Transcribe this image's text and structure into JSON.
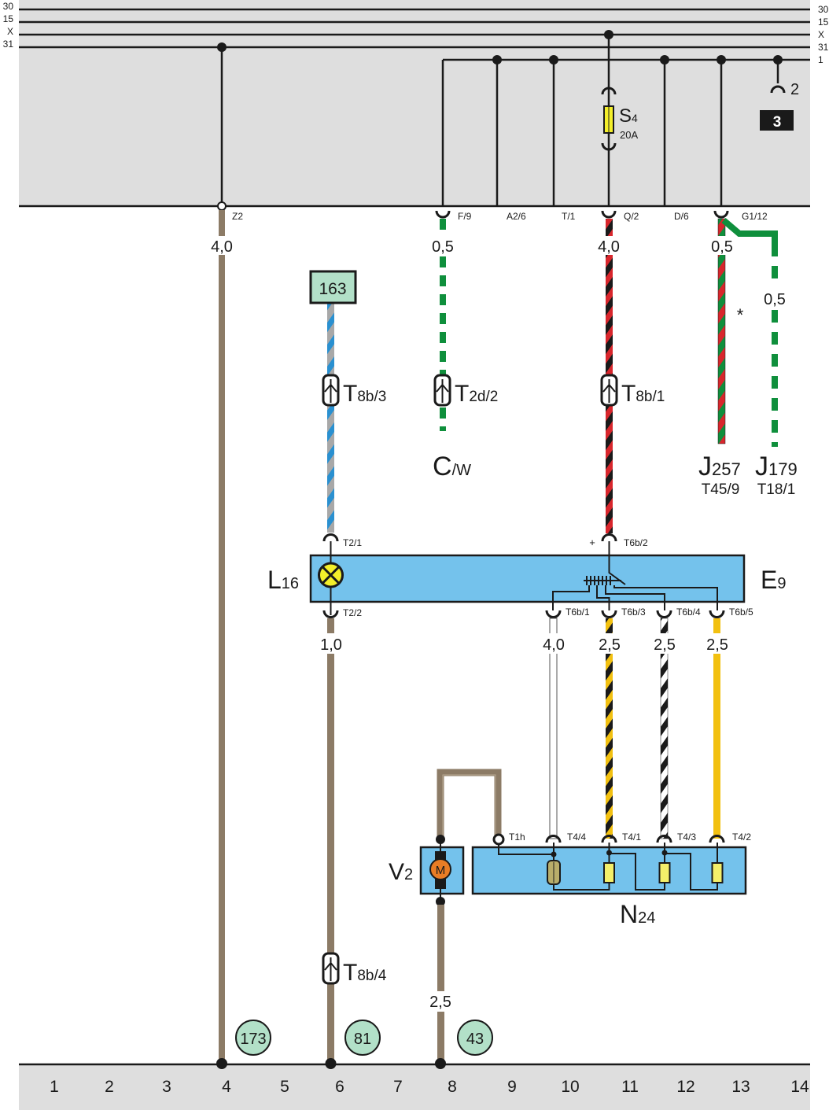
{
  "rails": {
    "left_labels": [
      "30",
      "15",
      "X",
      "31"
    ],
    "right_labels": [
      "30",
      "15",
      "X",
      "31",
      "1"
    ],
    "bus2_label": "2",
    "sheet_box": "3"
  },
  "fuse": {
    "name": "S",
    "sub": "4",
    "rating": "20A"
  },
  "connections_top": [
    "Z2",
    "F/9",
    "A2/6",
    "T/1",
    "Q/2",
    "D/6",
    "G1/12"
  ],
  "wire_sizes": {
    "col4": "4,0",
    "f9": "0,5",
    "q2": "4,0",
    "g1_red": "0,5",
    "g1_green": "0,5",
    "t2_2": "1,0",
    "t6b1": "4,0",
    "t6b3": "2,5",
    "t6b4": "2,5",
    "t6b5": "2,5",
    "col8": "2,5"
  },
  "ref_boxes": {
    "top_square": "163"
  },
  "connectors": {
    "t8b3": {
      "main": "T",
      "sub": "8b/3"
    },
    "t2d2": {
      "main": "T",
      "sub": "2d/2"
    },
    "t8b1": {
      "main": "T",
      "sub": "8b/1"
    },
    "t8b4": {
      "main": "T",
      "sub": "8b/4"
    }
  },
  "components": {
    "cw": {
      "main": "C",
      "sub": "/W"
    },
    "j257": {
      "main": "J",
      "sub": "257",
      "pin": "T45/9"
    },
    "j179": {
      "main": "J",
      "sub": "179",
      "pin": "T18/1"
    },
    "l16": {
      "main": "L",
      "sub": "16"
    },
    "e9": {
      "main": "E",
      "sub": "9"
    },
    "v2": {
      "main": "V",
      "sub": "2",
      "motor": "M"
    },
    "n24": {
      "main": "N",
      "sub": "24"
    }
  },
  "pins": {
    "t2_1": "T2/1",
    "t2_2": "T2/2",
    "t6b2": "T6b/2",
    "plus": "+",
    "t6b1": "T6b/1",
    "t6b3": "T6b/3",
    "t6b4": "T6b/4",
    "t6b5": "T6b/5",
    "t1h": "T1h",
    "t4_4": "T4/4",
    "t4_1": "T4/1",
    "t4_3": "T4/3",
    "t4_2": "T4/2"
  },
  "asterisk": "*",
  "ground_refs": [
    "173",
    "81",
    "43"
  ],
  "column_numbers": [
    "1",
    "2",
    "3",
    "4",
    "5",
    "6",
    "7",
    "8",
    "9",
    "10",
    "11",
    "12",
    "13",
    "14"
  ],
  "colors": {
    "panel": "#dedede",
    "brown": "#8c7b66",
    "green": "#0f8f3c",
    "red": "#d8262c",
    "blue_stripe": "#2a90d0",
    "grey_wire": "#a8a8a8",
    "yellow": "#f2c010",
    "component_blue": "#74c2ec",
    "ref_green": "#b2e0c8",
    "fuse_yellow": "#f4ef2a",
    "motor_orange": "#e87d25"
  }
}
